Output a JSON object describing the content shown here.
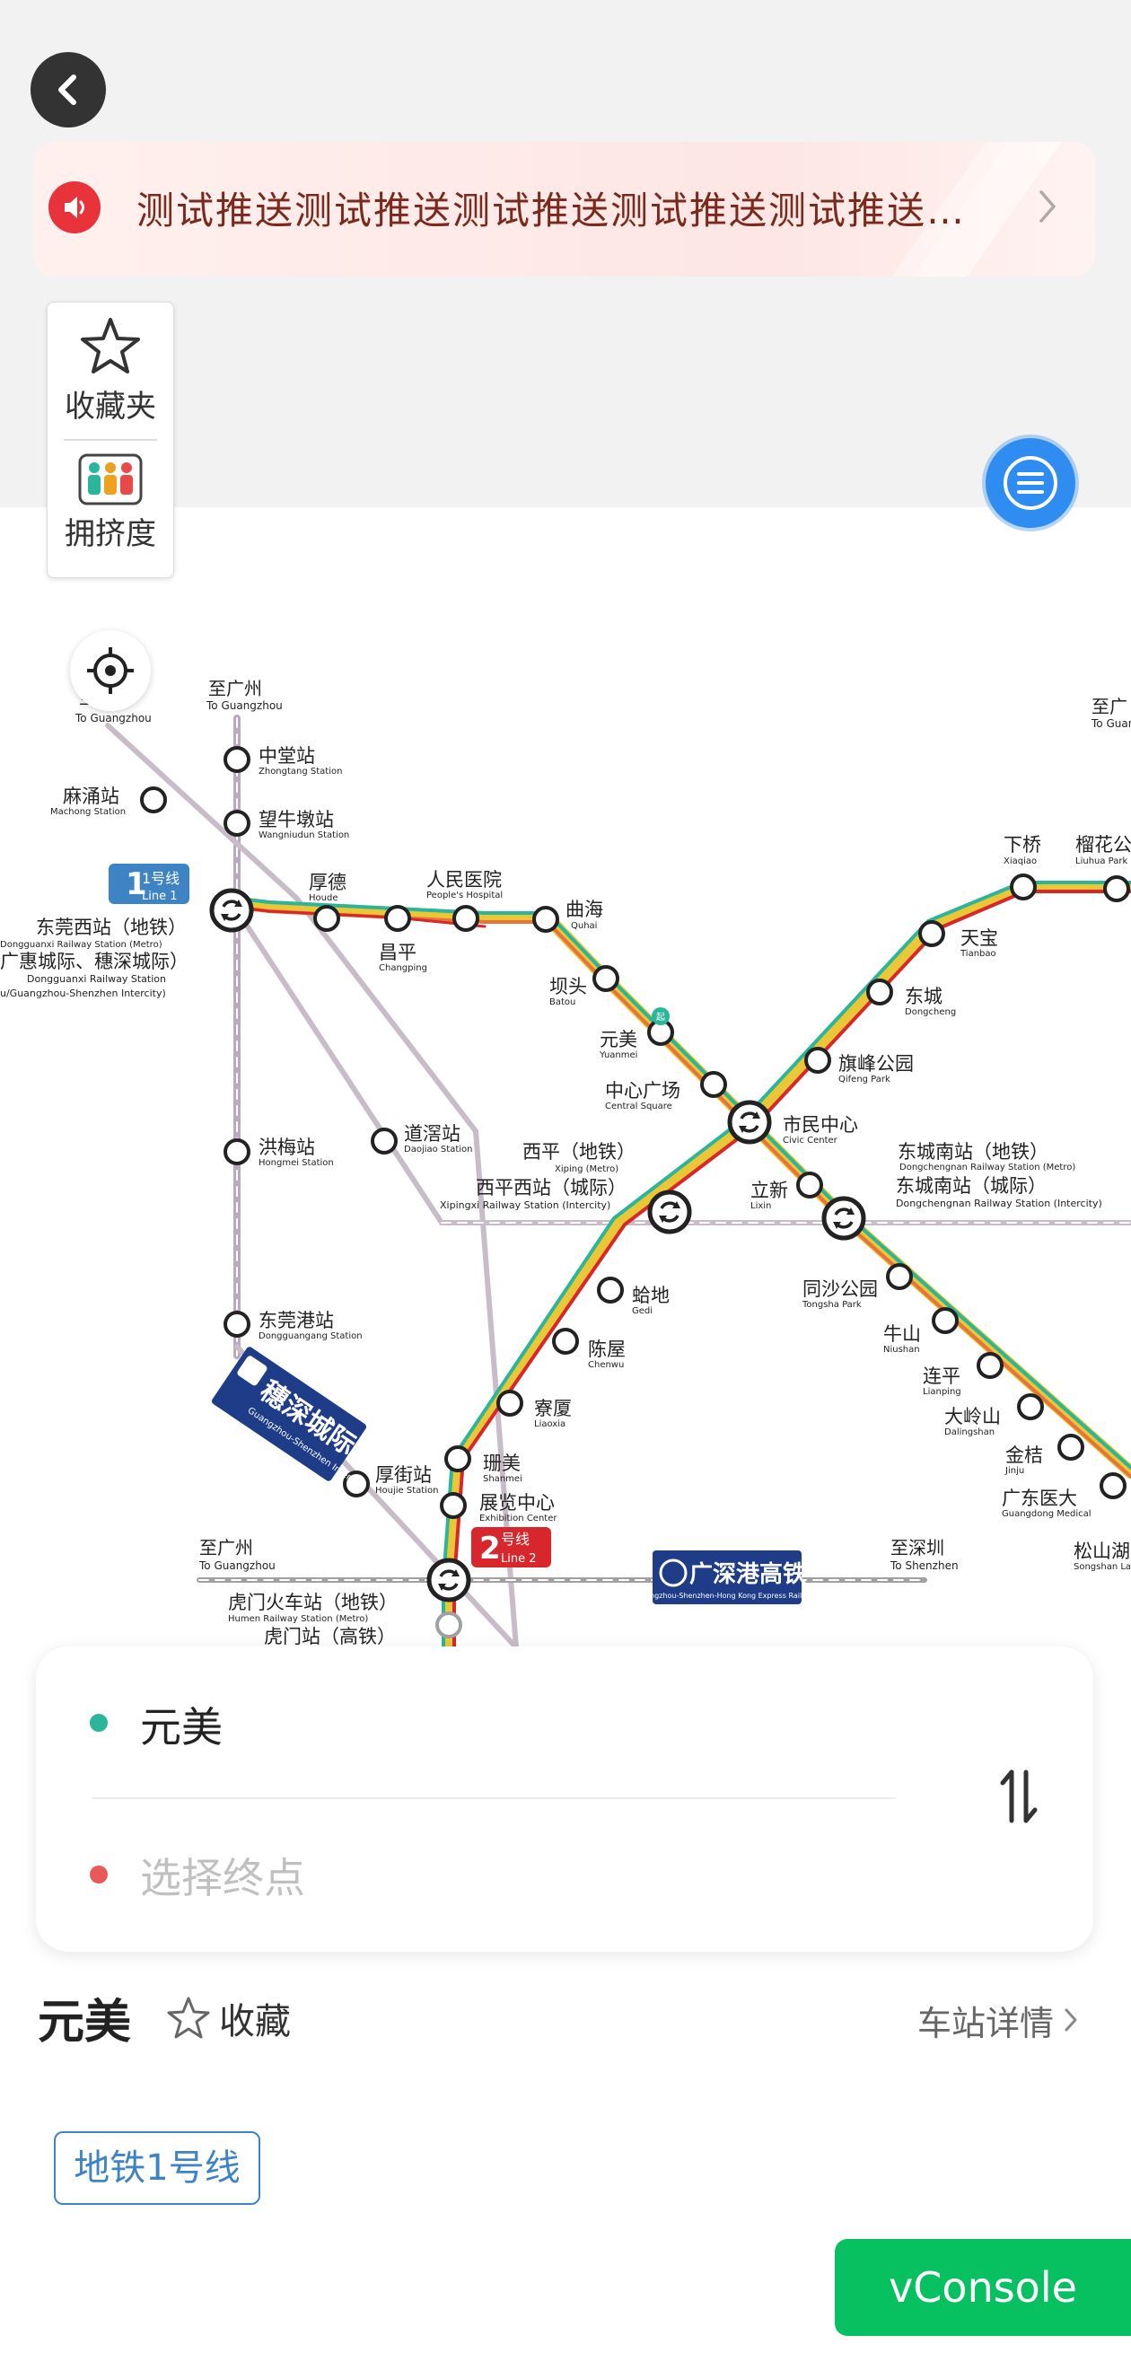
{
  "notice": {
    "text": "测试推送测试推送测试推送测试推送测试推送…",
    "icon": "speaker-icon"
  },
  "side_panel": {
    "favorites_label": "收藏夹",
    "crowding_label": "拥挤度"
  },
  "map": {
    "to_guangzhou_1": "至广州",
    "to_guangzhou_1_en": "To Guangzhou",
    "to_guangzhou_2": "至广州",
    "to_guangzhou_2_en": "To Guangzhou",
    "to_guangzhou_3": "至广州",
    "to_guangzhou_3_en": "To Guangzhou",
    "to_guangzhou_4": "至广",
    "to_guangzhou_4_en": "To Guan",
    "to_shenzhen": "至深圳",
    "to_shenzhen_en": "To Shenzhen",
    "line1_badge": "1号线",
    "line1_badge_en": "Line 1",
    "line2_badge_num": "2",
    "line2_badge": "号线",
    "line2_badge_en": "Line 2",
    "intercity_label": "穗深城际",
    "intercity_label_en": "Guangzhou-Shenzhen Intercity",
    "hsr_label": "广深港高铁",
    "hsr_label_en": "Guangzhou-Shenzhen-Hong Kong Express Rail Link",
    "stations": {
      "zhongtang": {
        "cn": "中堂站",
        "en": "Zhongtang Station"
      },
      "wangniudun": {
        "cn": "望牛墩站",
        "en": "Wangniudun Station"
      },
      "machong": {
        "cn": "麻涌站",
        "en": "Machong Station"
      },
      "houde": {
        "cn": "厚德",
        "en": "Houde"
      },
      "peoples_hospital": {
        "cn": "人民医院",
        "en": "People's Hospital"
      },
      "changping": {
        "cn": "昌平",
        "en": "Changping"
      },
      "quhai": {
        "cn": "曲海",
        "en": "Quhai"
      },
      "batou": {
        "cn": "坝头",
        "en": "Batou"
      },
      "yuanmei": {
        "cn": "元美",
        "en": "Yuanmei"
      },
      "central_square": {
        "cn": "中心广场",
        "en": "Central Square"
      },
      "civic_center": {
        "cn": "市民中心",
        "en": "Civic Center"
      },
      "xiqiao": {
        "cn": "下桥",
        "en": "Xiaqiao"
      },
      "liuhua": {
        "cn": "榴花公",
        "en": "Liuhua Park"
      },
      "tianbao": {
        "cn": "天宝",
        "en": "Tianbao"
      },
      "dongcheng": {
        "cn": "东城",
        "en": "Dongcheng"
      },
      "qifeng": {
        "cn": "旗峰公园",
        "en": "Qifeng Park"
      },
      "dongguanxi_1": {
        "cn": "东莞西站（地铁）",
        "en": "Dongguanxi Railway Station (Metro)"
      },
      "dongguanxi_2": {
        "cn": "广惠城际、穗深城际）",
        "en": "Dongguanxi Railway Station"
      },
      "dongguanxi_3": {
        "cn": "",
        "en": "u/Guangzhou-Shenzhen Intercity)"
      },
      "hongmei": {
        "cn": "洪梅站",
        "en": "Hongmei Station"
      },
      "daojiao": {
        "cn": "道滘站",
        "en": "Daojiao Station"
      },
      "xiping_metro": {
        "cn": "西平（地铁）",
        "en": "Xiping (Metro)"
      },
      "xipingxi": {
        "cn": "西平西站（城际）",
        "en": "Xipingxi Railway Station (Intercity)"
      },
      "lixin": {
        "cn": "立新",
        "en": "Lixin"
      },
      "dongchengnan_metro": {
        "cn": "东城南站（地铁）",
        "en": "Dongchengnan Railway Station (Metro)"
      },
      "dongchengnan_ic": {
        "cn": "东城南站（城际）",
        "en": "Dongchengnan Railway Station (Intercity)"
      },
      "dongguangang": {
        "cn": "东莞港站",
        "en": "Dongguangang Station"
      },
      "gedi": {
        "cn": "蛤地",
        "en": "Gedi"
      },
      "tongsha": {
        "cn": "同沙公园",
        "en": "Tongsha Park"
      },
      "chenwu": {
        "cn": "陈屋",
        "en": "Chenwu"
      },
      "niushan": {
        "cn": "牛山",
        "en": "Niushan"
      },
      "lianping": {
        "cn": "连平",
        "en": "Lianping"
      },
      "liaoxia": {
        "cn": "寮厦",
        "en": "Liaoxia"
      },
      "dalingshan": {
        "cn": "大岭山",
        "en": "Dalingshan"
      },
      "jinju": {
        "cn": "金桔",
        "en": "Jinju"
      },
      "houjie": {
        "cn": "厚街站",
        "en": "Houjie Station"
      },
      "shanmei": {
        "cn": "珊美",
        "en": "Shanmei"
      },
      "gd_medical": {
        "cn": "广东医大",
        "en": "Guangdong Medical"
      },
      "exhibition": {
        "cn": "展览中心",
        "en": "Exhibition Center"
      },
      "songshan": {
        "cn": "松山湖",
        "en": "Songshan La"
      },
      "humen_metro": {
        "cn": "虎门火车站（地铁）",
        "en": "Humen Railway Station (Metro)"
      },
      "humen_hsr": {
        "cn": "虎门站（高铁）",
        "en": ""
      }
    }
  },
  "route": {
    "start": "元美",
    "end_placeholder": "选择终点",
    "start_color": "#2bb59a",
    "end_color": "#e85a5a"
  },
  "station_info": {
    "name": "元美",
    "fav_label": "收藏",
    "detail_label": "车站详情",
    "line_tag": "地铁1号线"
  },
  "vconsole": {
    "label": "vConsole"
  },
  "colors": {
    "line1": "#3e84c4",
    "line2": "#d7262c",
    "hsr": "#1f3c88",
    "vconsole": "#07c160",
    "fab": "#2f8cf0"
  }
}
